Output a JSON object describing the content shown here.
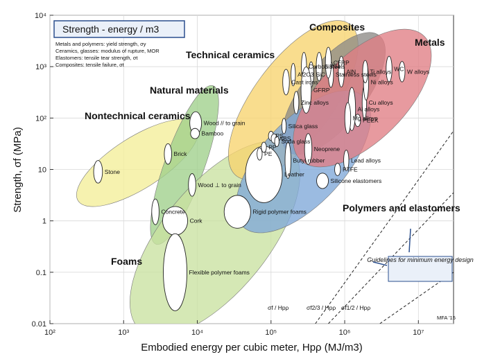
{
  "chart_data": {
    "type": "bubble-map",
    "title": "Strength - energy / m3",
    "notes": [
      "Metals and polymers:  yield strength, σy",
      "Ceramics, glasses:  modulus of rupture, MOR",
      "Elastomers:  tensile tear strength, σt",
      "Composites:  tensile failure, σt"
    ],
    "xlabel": "Embodied energy per cubic meter, Hpρ (MJ/m3)",
    "ylabel": "Strength, σf (MPa)",
    "x_scale": "log",
    "y_scale": "log",
    "xlim": [
      100,
      30000000
    ],
    "ylim": [
      0.01,
      10000
    ],
    "x_ticks": [
      {
        "value": 100,
        "label": "10²"
      },
      {
        "value": 1000,
        "label": "10³"
      },
      {
        "value": 10000,
        "label": "10⁴"
      },
      {
        "value": 100000,
        "label": "10⁵"
      },
      {
        "value": 1000000,
        "label": "10⁶"
      },
      {
        "value": 10000000,
        "label": "10⁷"
      }
    ],
    "y_ticks": [
      {
        "value": 0.01,
        "label": "0.01"
      },
      {
        "value": 0.1,
        "label": "0.1"
      },
      {
        "value": 1,
        "label": "1"
      },
      {
        "value": 10,
        "label": "10"
      },
      {
        "value": 100,
        "label": "10²"
      },
      {
        "value": 1000,
        "label": "10³"
      },
      {
        "value": 10000,
        "label": "10⁴"
      }
    ],
    "families": [
      {
        "name": "Nontechnical ceramics",
        "color": "#f3ee98",
        "x_range": [
          300,
          8000
        ],
        "y_range": [
          3,
          60
        ]
      },
      {
        "name": "Natural materials",
        "color": "#9fcf8b",
        "x_range": [
          3000,
          15000
        ],
        "y_range": [
          0.5,
          300
        ]
      },
      {
        "name": "Foams",
        "color": "#c9e2a0",
        "x_range": [
          2000,
          150000
        ],
        "y_range": [
          0.01,
          20
        ]
      },
      {
        "name": "Technical ceramics",
        "color": "#f7d36e",
        "x_range": [
          40000,
          1000000
        ],
        "y_range": [
          10,
          5000
        ]
      },
      {
        "name": "Composites",
        "color": "#8d8a86",
        "x_range": [
          200000,
          2500000
        ],
        "y_range": [
          30,
          3000
        ]
      },
      {
        "name": "Polymers and elastomers",
        "color": "#7fa8d8",
        "x_range": [
          50000,
          1500000
        ],
        "y_range": [
          1,
          200
        ]
      },
      {
        "name": "Metals",
        "color": "#e07d84",
        "x_range": [
          300000,
          10000000
        ],
        "y_range": [
          20,
          3000
        ]
      }
    ],
    "materials": [
      {
        "name": "Stone",
        "x": 450,
        "y": 9,
        "dx": 0.06,
        "dy": 0.22
      },
      {
        "name": "Brick",
        "x": 4000,
        "y": 20,
        "dx": 0.05,
        "dy": 0.2
      },
      {
        "name": "Concrete",
        "x": 2700,
        "y": 1.5,
        "dx": 0.05,
        "dy": 0.25
      },
      {
        "name": "Wood // to grain",
        "x": 9500,
        "y": 80,
        "dx": 0.08,
        "dy": 0.22
      },
      {
        "name": "Bamboo",
        "x": 9300,
        "y": 50,
        "dx": 0.06,
        "dy": 0.1
      },
      {
        "name": "Wood ⊥ to grain",
        "x": 8500,
        "y": 5,
        "dx": 0.05,
        "dy": 0.22
      },
      {
        "name": "Cork",
        "x": 5000,
        "y": 1,
        "dx": 0.17,
        "dy": 0.28
      },
      {
        "name": "Rigid polymer foams",
        "x": 35000,
        "y": 1.5,
        "dx": 0.18,
        "dy": 0.32
      },
      {
        "name": "Flexible polymer foams",
        "x": 5000,
        "y": 0.1,
        "dx": 0.16,
        "dy": 0.75
      },
      {
        "name": "Leather",
        "x": 80000,
        "y": 8,
        "dx": 0.25,
        "dy": 0.55
      },
      {
        "name": "Butyl rubber",
        "x": 170000,
        "y": 15,
        "dx": 0.04,
        "dy": 0.35
      },
      {
        "name": "Neoprene",
        "x": 320000,
        "y": 25,
        "dx": 0.05,
        "dy": 0.3
      },
      {
        "name": "Silicone elastomers",
        "x": 500000,
        "y": 6,
        "dx": 0.08,
        "dy": 0.15
      },
      {
        "name": "PTFE",
        "x": 800000,
        "y": 10,
        "dx": 0.04,
        "dy": 0.12
      },
      {
        "name": "PEEK",
        "x": 1500000,
        "y": 90,
        "dx": 0.04,
        "dy": 0.12
      },
      {
        "name": "Lead alloys",
        "x": 1050000,
        "y": 15,
        "dx": 0.035,
        "dy": 0.2
      },
      {
        "name": "Al alloys",
        "x": 1250000,
        "y": 150,
        "dx": 0.05,
        "dy": 0.42
      },
      {
        "name": "Cu alloys",
        "x": 1850000,
        "y": 200,
        "dx": 0.03,
        "dy": 0.32
      },
      {
        "name": "Mg alloys",
        "x": 1100000,
        "y": 100,
        "dx": 0.04,
        "dy": 0.3
      },
      {
        "name": "Ni alloys",
        "x": 1950000,
        "y": 500,
        "dx": 0.035,
        "dy": 0.35
      },
      {
        "name": "Ti alloys",
        "x": 1900000,
        "y": 800,
        "dx": 0.035,
        "dy": 0.22
      },
      {
        "name": "W alloys",
        "x": 6000000,
        "y": 800,
        "dx": 0.04,
        "dy": 0.2
      },
      {
        "name": "WC",
        "x": 4000000,
        "y": 900,
        "dx": 0.04,
        "dy": 0.25
      },
      {
        "name": "AlN",
        "x": 900000,
        "y": 800,
        "dx": 0.04,
        "dy": 0.3
      },
      {
        "name": "Stainless steels",
        "x": 650000,
        "y": 700,
        "dx": 0.035,
        "dy": 0.25
      },
      {
        "name": "CFRP",
        "x": 600000,
        "y": 1200,
        "dx": 0.04,
        "dy": 0.3
      },
      {
        "name": "Si3N4",
        "x": 450000,
        "y": 1000,
        "dx": 0.04,
        "dy": 0.28
      },
      {
        "name": "Carbon steels",
        "x": 280000,
        "y": 1000,
        "dx": 0.035,
        "dy": 0.28
      },
      {
        "name": "SiC",
        "x": 350000,
        "y": 700,
        "dx": 0.035,
        "dy": 0.25
      },
      {
        "name": "Al2O3",
        "x": 200000,
        "y": 700,
        "dx": 0.03,
        "dy": 0.22
      },
      {
        "name": "Cast irons",
        "x": 160000,
        "y": 500,
        "dx": 0.045,
        "dy": 0.25
      },
      {
        "name": "GFRP",
        "x": 300000,
        "y": 350,
        "dx": 0.07,
        "dy": 0.45
      },
      {
        "name": "Zinc alloys",
        "x": 220000,
        "y": 200,
        "dx": 0.035,
        "dy": 0.22
      },
      {
        "name": "Silica glass",
        "x": 150000,
        "y": 70,
        "dx": 0.03,
        "dy": 0.15
      },
      {
        "name": "PS",
        "x": 100000,
        "y": 45,
        "dx": 0.035,
        "dy": 0.09
      },
      {
        "name": "ABS",
        "x": 110000,
        "y": 40,
        "dx": 0.04,
        "dy": 0.09
      },
      {
        "name": "Soda glass",
        "x": 120000,
        "y": 35,
        "dx": 0.03,
        "dy": 0.1
      },
      {
        "name": "PP",
        "x": 80000,
        "y": 27,
        "dx": 0.035,
        "dy": 0.1
      },
      {
        "name": "PE",
        "x": 70000,
        "y": 20,
        "dx": 0.035,
        "dy": 0.12
      }
    ],
    "annotations": {
      "guidelines": "Guidelines for minimum energy design",
      "guide_1": "σf / Hpρ",
      "guide_2": "σf2/3 / Hpρ",
      "guide_3": "σf1/2 / Hpρ",
      "credit": "MFA '15"
    }
  }
}
